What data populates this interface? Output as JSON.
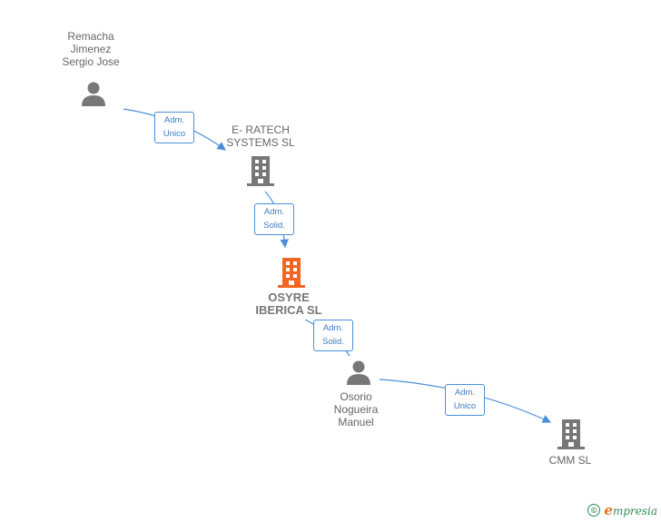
{
  "nodes": {
    "remacha": {
      "lines": [
        "Remacha",
        "Jimenez",
        "Sergio Jose"
      ]
    },
    "eratech": {
      "lines": [
        "E- RATECH",
        "SYSTEMS  SL"
      ]
    },
    "osyre": {
      "lines": [
        "OSYRE",
        "IBERICA  SL"
      ]
    },
    "osorio": {
      "lines": [
        "Osorio",
        "Nogueira",
        "Manuel"
      ]
    },
    "cmm": {
      "lines": [
        "CMM SL"
      ]
    }
  },
  "edges": {
    "e1": {
      "lines": [
        "Adm.",
        "Unico"
      ]
    },
    "e2": {
      "lines": [
        "Adm.",
        "Solid."
      ]
    },
    "e3": {
      "lines": [
        "Adm.",
        "Solid."
      ]
    },
    "e4": {
      "lines": [
        "Adm.",
        "Unico"
      ]
    }
  },
  "colors": {
    "person": "#777777",
    "company": "#777777",
    "focus_company": "#f26522",
    "edge": "#4a90d9"
  },
  "footer": {
    "copyright_symbol": "©",
    "brand_initial": "e",
    "brand_rest": "mpresia"
  }
}
